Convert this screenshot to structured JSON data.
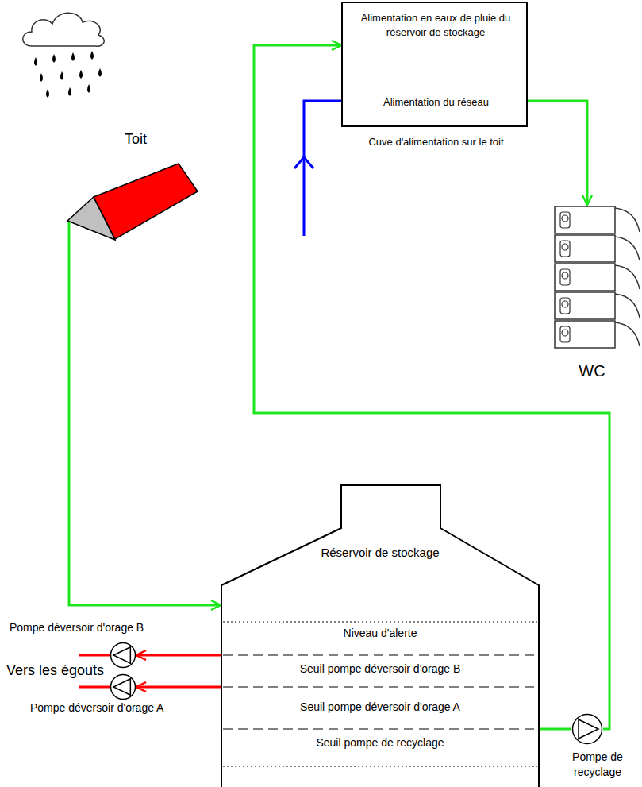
{
  "diagram": {
    "nodes": [
      {
        "text": [
          "Alimentation en eaux de pluie du réservoir de stockage",
          "Alimentation du réseau",
          "Cuve d'alimentation sur le toit"
        ]
      },
      {
        "text": [
          "Toit"
        ]
      },
      {
        "text": [
          "WC"
        ]
      },
      {
        "text": [
          "Réservoir de stockage",
          "Niveau d'alerte",
          "Seuil pompe déversoir d'orage B",
          "Seuil pompe déversoir d'orage A",
          "Seuil pompe de recyclage"
        ]
      },
      {
        "text": [
          "Pompe déversoir d'orage B"
        ]
      },
      {
        "text": [
          "Pompe déversoir d'orage A"
        ]
      },
      {
        "text": [
          "Pompe de recyclage"
        ]
      }
    ],
    "edges": [
      {
        "from": 1,
        "to": 3,
        "arrow": "to"
      },
      {
        "from": 3,
        "to": 4,
        "arrow": "to"
      },
      {
        "from": 3,
        "to": 5,
        "arrow": "to"
      },
      {
        "from": 3,
        "to": 6,
        "arrow": "none"
      },
      {
        "from": 6,
        "to": 0,
        "arrow": "to"
      },
      {
        "from": 0,
        "to": 2,
        "arrow": "to"
      }
    ],
    "labels": [
      "Vers les égouts"
    ]
  }
}
